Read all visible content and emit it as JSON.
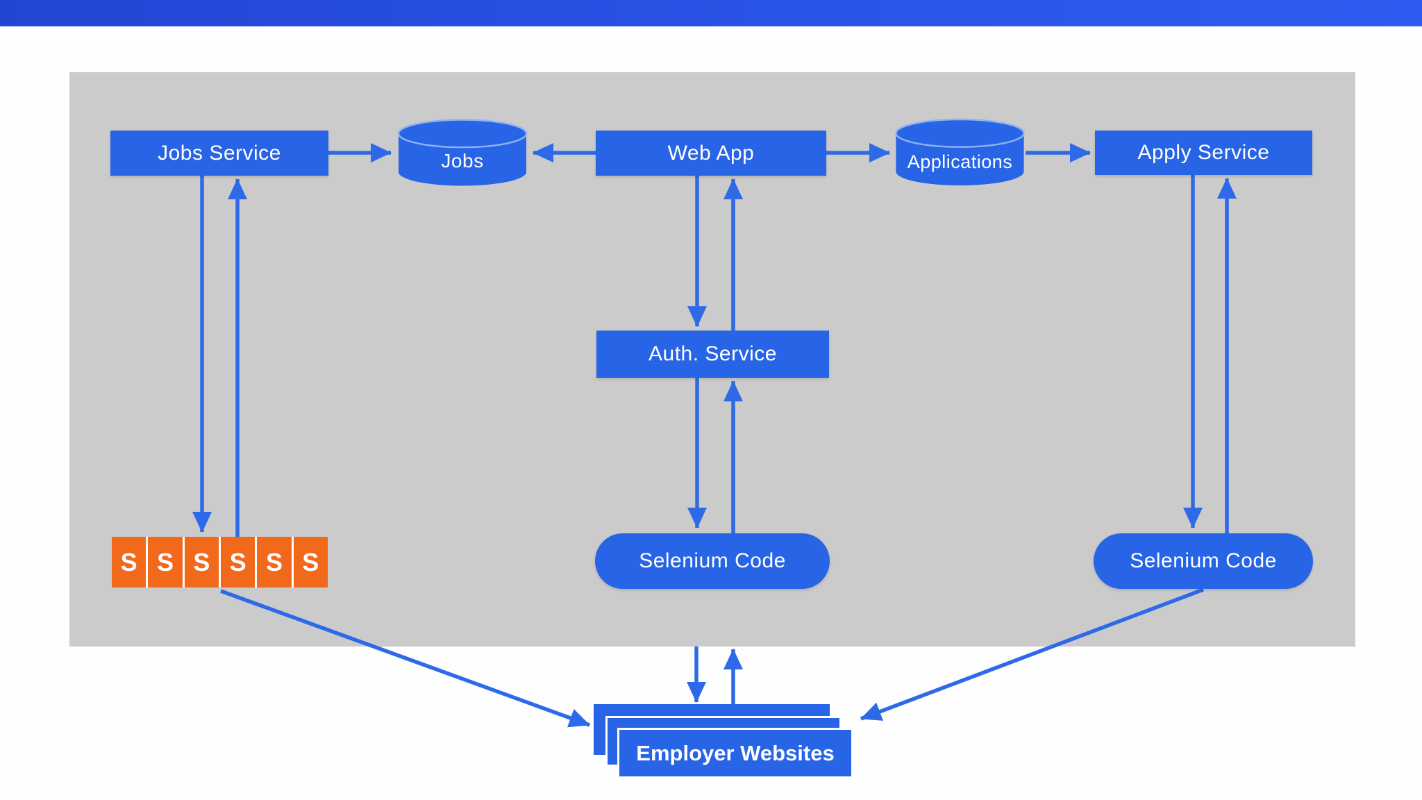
{
  "diagram": {
    "nodes": {
      "jobs_service": "Jobs Service",
      "jobs_db": "Jobs",
      "web_app": "Web App",
      "applications_db": "Applications",
      "apply_service": "Apply Service",
      "auth_service": "Auth. Service",
      "selenium_center": "Selenium Code",
      "selenium_right": "Selenium Code",
      "employer_websites": "Employer Websites",
      "scraper_cells": [
        "S",
        "S",
        "S",
        "S",
        "S",
        "S"
      ]
    },
    "connections": [
      {
        "from": "jobs_service",
        "to": "jobs_db"
      },
      {
        "from": "web_app",
        "to": "jobs_db"
      },
      {
        "from": "web_app",
        "to": "applications_db"
      },
      {
        "from": "applications_db",
        "to": "apply_service"
      },
      {
        "from": "jobs_service",
        "to": "scraper_cells"
      },
      {
        "from": "scraper_cells",
        "to": "jobs_service"
      },
      {
        "from": "web_app",
        "to": "auth_service"
      },
      {
        "from": "auth_service",
        "to": "web_app"
      },
      {
        "from": "auth_service",
        "to": "selenium_center"
      },
      {
        "from": "selenium_center",
        "to": "auth_service"
      },
      {
        "from": "apply_service",
        "to": "selenium_right"
      },
      {
        "from": "selenium_right",
        "to": "apply_service"
      },
      {
        "from": "selenium_center",
        "to": "employer_websites"
      },
      {
        "from": "employer_websites",
        "to": "selenium_center"
      },
      {
        "from": "scraper_cells",
        "to": "employer_websites"
      },
      {
        "from": "selenium_right",
        "to": "employer_websites"
      }
    ]
  },
  "colors": {
    "accent_blue": "#2764e6",
    "arrow_blue": "#2e6ae8",
    "orange": "#f2691c",
    "panel_gray": "#cbcbcb",
    "topbar_start": "#2345d3",
    "topbar_end": "#2f5cf0",
    "text_white": "#ffffff"
  }
}
